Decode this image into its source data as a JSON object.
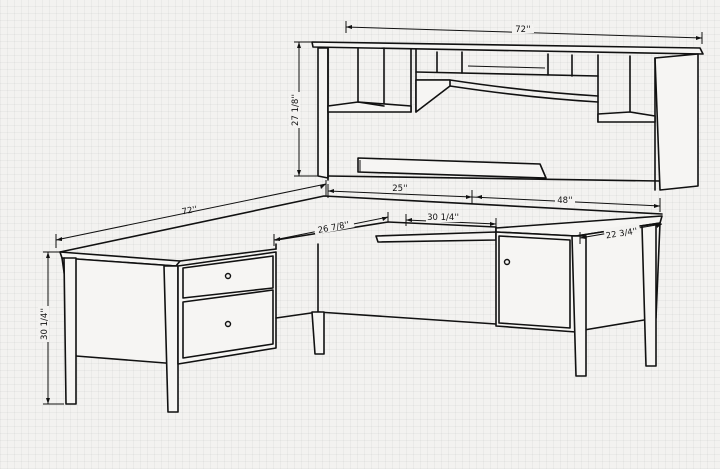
{
  "dimensions": {
    "hutch_width": "72''",
    "hutch_height": "27 1/8''",
    "return_width": "72''",
    "center_span": "25''",
    "desk_width": "48''",
    "return_inner": "26 7/8''",
    "keyboard_tray": "30 1/4''",
    "desk_depth": "22 3/4''",
    "desk_height": "30 1/4''"
  }
}
